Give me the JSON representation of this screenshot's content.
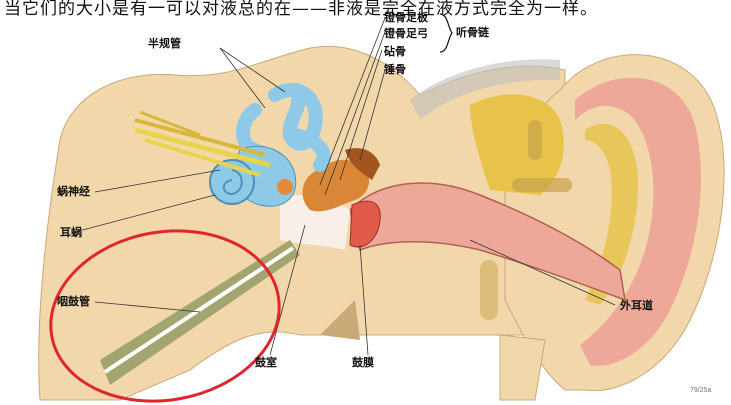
{
  "caption": "当它们的大小是有一可以对液总的在——非液是完全在液方式完全为一样。",
  "labels": {
    "semicircular_canals": "半规管",
    "stapes_footplate": "镫骨足板",
    "stapes_crus": "镫骨足弓",
    "incus": "砧骨",
    "malleus": "锤骨",
    "ossicular_chain": "听骨链",
    "cochlear_nerve": "蜗神经",
    "cochlea": "耳蜗",
    "eustachian_tube": "咽鼓管",
    "tympanic_cavity": "鼓室",
    "eardrum": "鼓膜",
    "ear_canal": "外耳道"
  },
  "colors": {
    "bone": "#f2d7ab",
    "labyrinth": "#8ec9e8",
    "cartilage": "#e8c34a",
    "skin_pink": "#eda89a",
    "ossicles": "#d98636",
    "nerve": "#e8d44a",
    "annotation_circle": "#e0262b"
  },
  "watermark": "79/25a"
}
